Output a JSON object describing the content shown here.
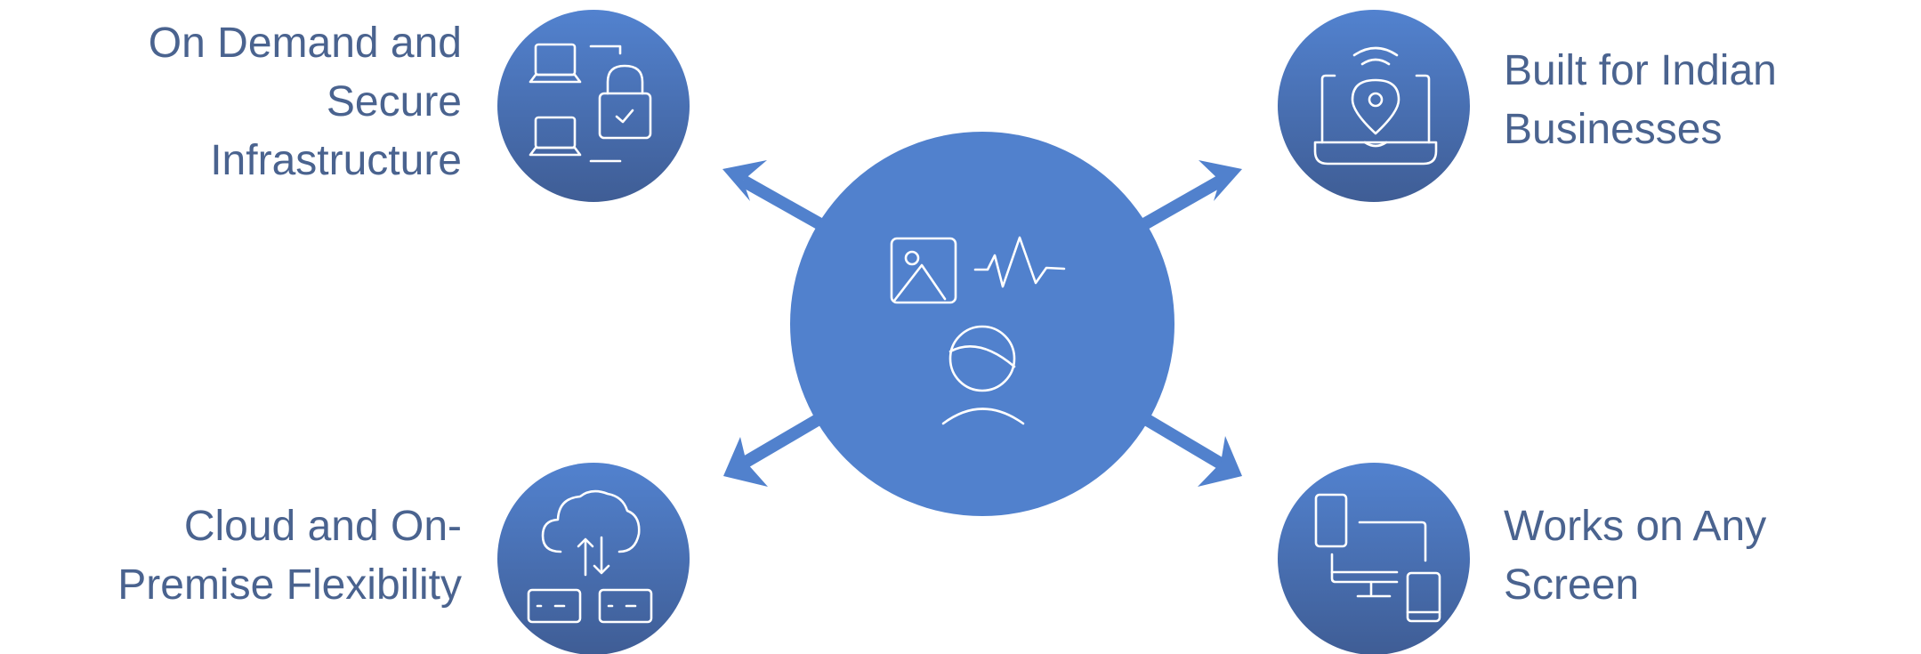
{
  "colors": {
    "hub": "#5181cd",
    "node_top": "#5282cf",
    "node_bottom": "#3f5d95",
    "arrow": "#5181cd",
    "icon_stroke": "#ffffff",
    "text": "#4a638f"
  },
  "hub": {
    "icons": [
      "image-icon",
      "waveform-icon",
      "person-icon"
    ]
  },
  "nodes": {
    "top_left": {
      "icon": "laptops-lock-icon",
      "label_lines": [
        "On Demand and",
        "Secure",
        "Infrastructure"
      ]
    },
    "bottom_left": {
      "icon": "cloud-servers-icon",
      "label_lines": [
        "Cloud and On-",
        "Premise Flexibility"
      ]
    },
    "top_right": {
      "icon": "laptop-location-icon",
      "label_lines": [
        "Built for Indian",
        "Businesses"
      ]
    },
    "bottom_right": {
      "icon": "multi-device-icon",
      "label_lines": [
        "Works on Any",
        "Screen"
      ]
    }
  }
}
